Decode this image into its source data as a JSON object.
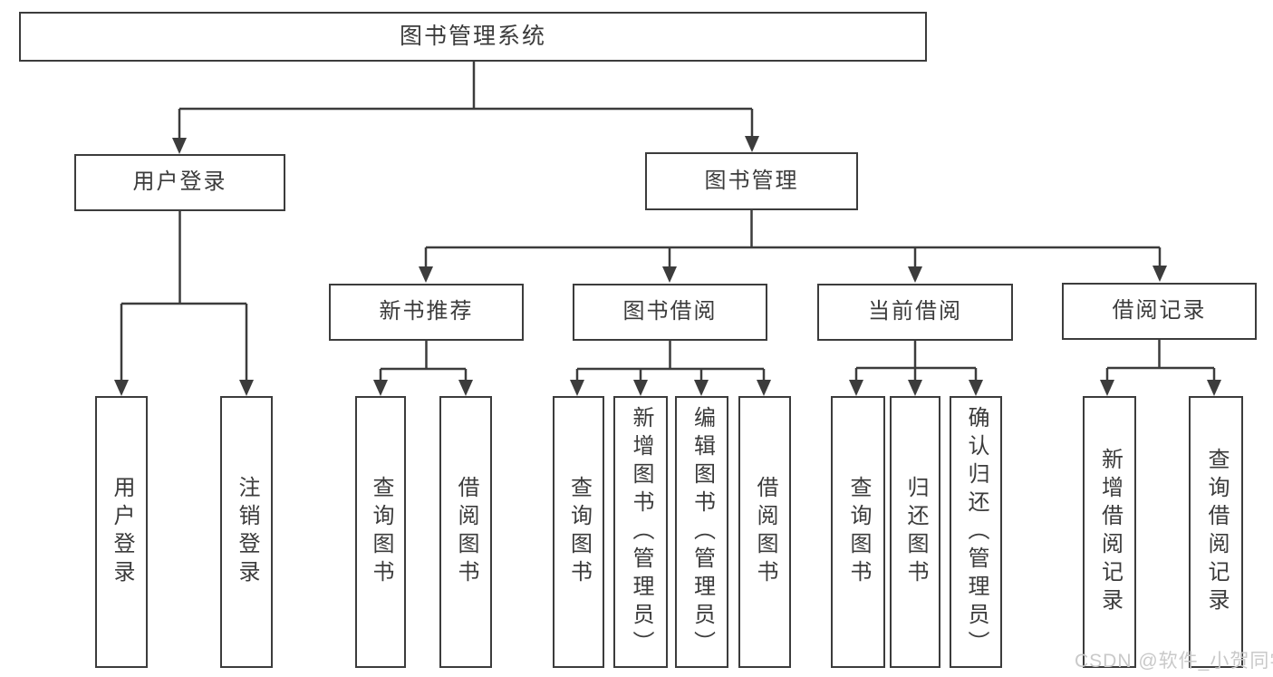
{
  "diagram": {
    "root": {
      "label": "图书管理系统"
    },
    "level2": [
      {
        "label": "用户登录",
        "parent": "图书管理系统"
      },
      {
        "label": "图书管理",
        "parent": "图书管理系统"
      }
    ],
    "level3": [
      {
        "label": "新书推荐",
        "parent": "图书管理"
      },
      {
        "label": "图书借阅",
        "parent": "图书管理"
      },
      {
        "label": "当前借阅",
        "parent": "图书管理"
      },
      {
        "label": "借阅记录",
        "parent": "图书管理"
      }
    ],
    "leaves": [
      {
        "label": "用户登录",
        "parent": "用户登录"
      },
      {
        "label": "注销登录",
        "parent": "用户登录"
      },
      {
        "label": "查询图书",
        "parent": "新书推荐"
      },
      {
        "label": "借阅图书",
        "parent": "新书推荐"
      },
      {
        "label": "查询图书",
        "parent": "图书借阅"
      },
      {
        "label": "新增图书（管理员）",
        "parent": "图书借阅"
      },
      {
        "label": "编辑图书（管理员）",
        "parent": "图书借阅"
      },
      {
        "label": "借阅图书",
        "parent": "图书借阅"
      },
      {
        "label": "查询图书",
        "parent": "当前借阅"
      },
      {
        "label": "归还图书",
        "parent": "当前借阅"
      },
      {
        "label": "确认归还（管理员）",
        "parent": "当前借阅"
      },
      {
        "label": "新增借阅记录",
        "parent": "借阅记录"
      },
      {
        "label": "查询借阅记录",
        "parent": "借阅记录"
      }
    ]
  },
  "watermark": {
    "text": "CSDN @软件_小贺同学"
  },
  "colors": {
    "line": "#3c3c3c",
    "text": "#3b3b3b",
    "box_background": "#ffffff",
    "watermark": "#c9c9c9"
  }
}
